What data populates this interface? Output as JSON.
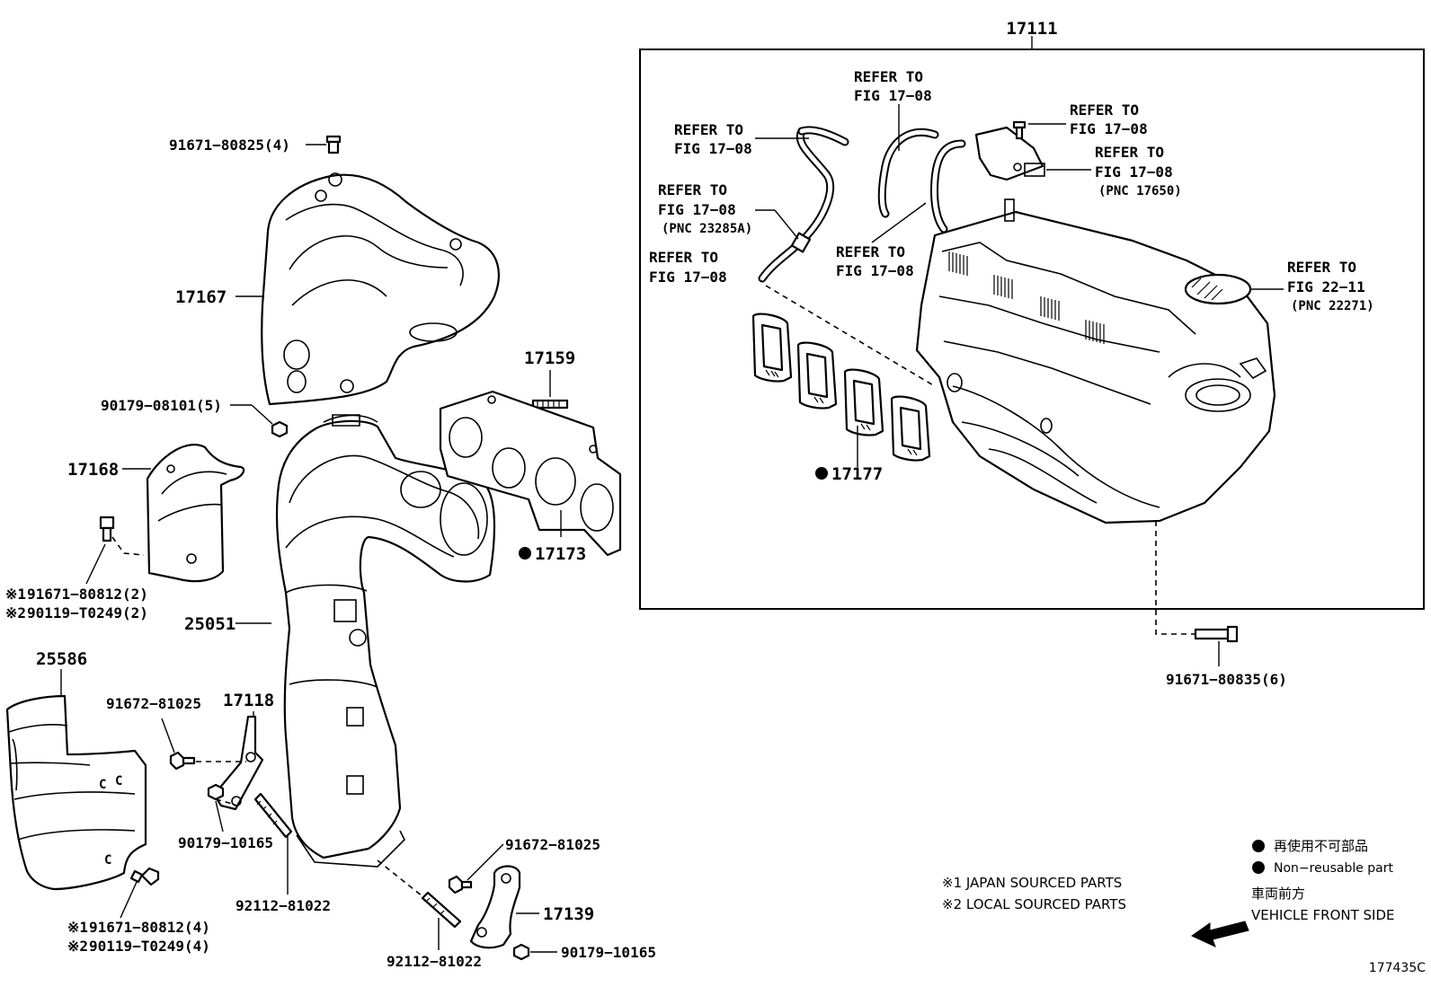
{
  "diagram_id": "177435C",
  "group_box_label": "17111",
  "parts": {
    "p91671_80825": "91671−80825(4)",
    "p17167": "17167",
    "p90179_08101": "90179−08101(5)",
    "p17159": "17159",
    "p17168": "17168",
    "p17173": "17173",
    "p91671_80812_a": "91671−80812(2)",
    "p90119_T0249_a": "90119−T0249(2)",
    "p25051": "25051",
    "p25586": "25586",
    "p91672_81025_a": "91672−81025",
    "p17118": "17118",
    "p90179_10165_a": "90179−10165",
    "p92112_81022_a": "92112−81022",
    "p91672_81025_b": "91672−81025",
    "p17139": "17139",
    "p91671_80812_b": "91671−80812(4)",
    "p90119_T0249_b": "90119−T0249(4)",
    "p92112_81022_b": "92112−81022",
    "p90179_10165_b": "90179−10165",
    "p17177": "17177",
    "p91671_80835": "91671−80835(6)"
  },
  "refer": {
    "r1_line1": "REFER TO",
    "r1_line2": "FIG 17−08",
    "r2_line1": "REFER TO",
    "r2_line2": "FIG 17−08",
    "r3_line1": "REFER TO",
    "r3_line2": "FIG 17−08",
    "r3_pnc": "(PNC 23285A)",
    "r4_line1": "REFER TO",
    "r4_line2": "FIG 17−08",
    "r5_line1": "REFER TO",
    "r5_line2": "FIG 17−08",
    "r6_line1": "REFER TO",
    "r6_line2": "FIG 17−08",
    "r7_line1": "REFER TO",
    "r7_line2": "FIG 17−08",
    "r7_pnc": "(PNC 17650)",
    "r8_line1": "REFER TO",
    "r8_line2": "FIG 22−11",
    "r8_pnc": "(PNC 22271)"
  },
  "marks": {
    "japan_mark": "※1",
    "local_mark": "※2"
  },
  "legend": {
    "japan": "※1 JAPAN SOURCED PARTS",
    "local": "※2 LOCAL SOURCED PARTS",
    "nonreusable_jp": "再使用不可部品",
    "nonreusable_en": "Non−reusable part",
    "front_jp": "車両前方",
    "front_en": "VEHICLE FRONT SIDE"
  }
}
